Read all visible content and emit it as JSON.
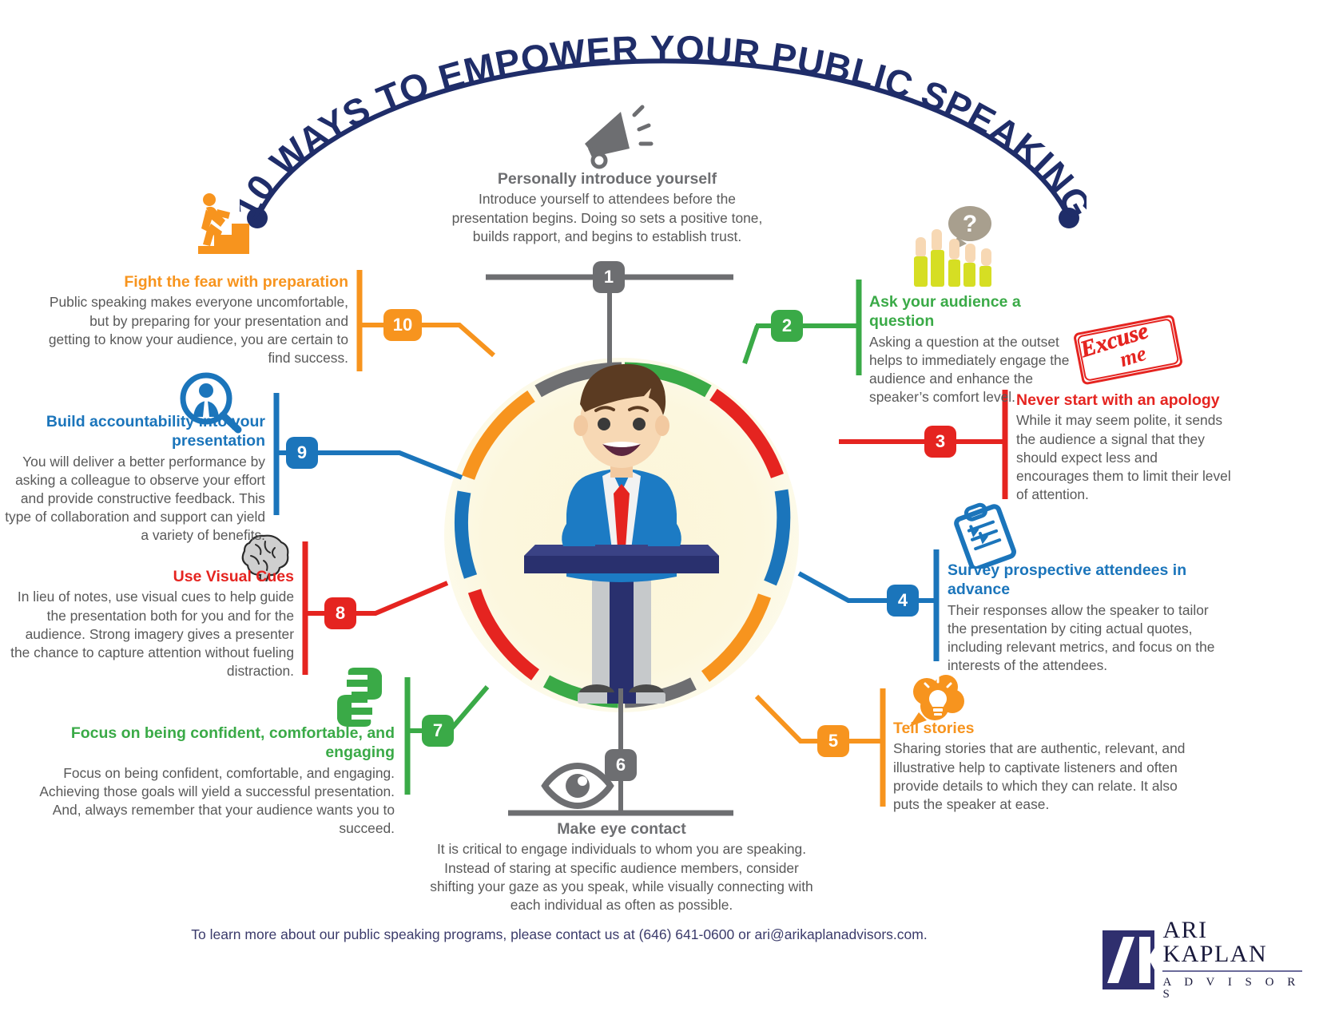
{
  "title": "10 WAYS TO EMPOWER YOUR PUBLIC SPEAKING",
  "colors": {
    "navy": "#1F2D69",
    "gray": "#6D6E71",
    "green": "#3AAA47",
    "red": "#E52420",
    "blue": "#1B75BB",
    "orange": "#F7941E",
    "glow": "#FCF6D8"
  },
  "stamp": {
    "line1": "Excuse",
    "line2": "me"
  },
  "items": [
    {
      "number": "1",
      "color": "#6D6E71",
      "icon": "megaphone-icon",
      "title": "Personally introduce yourself",
      "body": "Introduce yourself to attendees before the presentation begins. Doing so sets a positive tone, builds rapport, and begins to establish trust."
    },
    {
      "number": "2",
      "color": "#3AAA47",
      "icon": "raised-hands-question-icon",
      "title": "Ask your audience a question",
      "body": "Asking a question at the outset helps to immediately engage the audience and enhance the speaker’s comfort level."
    },
    {
      "number": "3",
      "color": "#E52420",
      "icon": "excuse-me-stamp-icon",
      "title": "Never start with an apology",
      "body": "While it may seem polite, it sends the audience a signal that they should expect less and encourages them to limit their level of attention."
    },
    {
      "number": "4",
      "color": "#1B75BB",
      "icon": "clipboard-survey-icon",
      "title": "Survey prospective attendees in advance",
      "body": "Their responses allow the speaker to tailor the presentation by citing actual quotes, including relevant metrics, and focus on the interests of the attendees."
    },
    {
      "number": "5",
      "color": "#F7941E",
      "icon": "lightbulb-thought-bubble-icon",
      "title": "Tell stories",
      "body": "Sharing stories that are authentic, relevant, and illustrative help to captivate listeners and often provide details to which they can relate. It also puts the speaker at ease."
    },
    {
      "number": "6",
      "color": "#6D6E71",
      "icon": "eye-icon",
      "title": "Make eye contact",
      "body": "It is critical to engage individuals to whom you are speaking. Instead of staring at specific audience members, consider shifting your gaze as you speak, while visually connecting with each individual as often as possible."
    },
    {
      "number": "7",
      "color": "#3AAA47",
      "icon": "framing-hands-icon",
      "title": "Focus on being confident, comfortable, and engaging",
      "body": "Focus on being confident, comfortable, and engaging. Achieving those goals will yield a successful presentation. And, always remember that your audience wants you to succeed."
    },
    {
      "number": "8",
      "color": "#E52420",
      "icon": "brain-icon",
      "title": "Use Visual Cues",
      "body": "In lieu of notes, use visual cues to help guide the presentation both for you and for the audience. Strong imagery gives a presenter the chance to capture attention without fueling distraction."
    },
    {
      "number": "9",
      "color": "#1B75BB",
      "icon": "person-magnifier-icon",
      "title": "Build accountability into your presentation",
      "body": "You will deliver a better performance by asking a colleague to observe your effort and provide constructive feedback. This type of collaboration and support can yield a variety of benefits."
    },
    {
      "number": "10",
      "color": "#F7941E",
      "icon": "stairs-climb-icon",
      "title": "Fight the fear with preparation",
      "body": "Public speaking makes everyone uncomfortable, but by preparing for your presentation and getting to know your audience, you are certain to find success."
    }
  ],
  "footer": {
    "note": "To learn more about our public speaking programs, please contact us at (646) 641-0600 or ari@arikaplanadvisors.com.",
    "logo_initials": "AK",
    "logo_name": "ARI KAPLAN",
    "logo_sub": "A D V I S O R S"
  }
}
